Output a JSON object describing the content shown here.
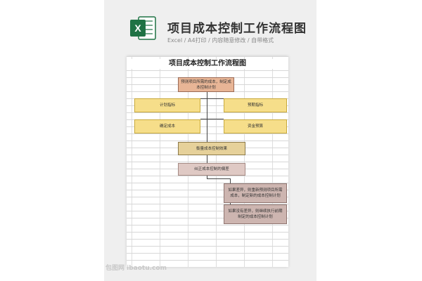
{
  "header": {
    "title": "项目成本控制工作流程图",
    "subtitle": "Excel / A4打印 / 内容随意修改 / 自带格式"
  },
  "sheet": {
    "title": "项目成本控制工作流程图",
    "steps": {
      "top": "预测项目所需的成本，制定成本控制计划",
      "left1": "计划指标",
      "right1": "预期指标",
      "left2": "确定成本",
      "right2": "资金预算",
      "measure": "衡量成本控制效果",
      "correct": "纠正成本控制的偏差",
      "branch1": "如果差异，则重新预测项目所需成本，制定新的成本控制计划",
      "branch2": "如果没有差异，则继续执行前期制定的成本控制计划"
    }
  },
  "watermark": "包图网 ibaotu.com",
  "colors": {
    "excel_green": "#1f7244",
    "orange": "#e8b596",
    "yellow": "#f6de8a",
    "tan": "#e6d19a",
    "pink": "#dfc9c4",
    "mauve": "#cdb5b0"
  }
}
